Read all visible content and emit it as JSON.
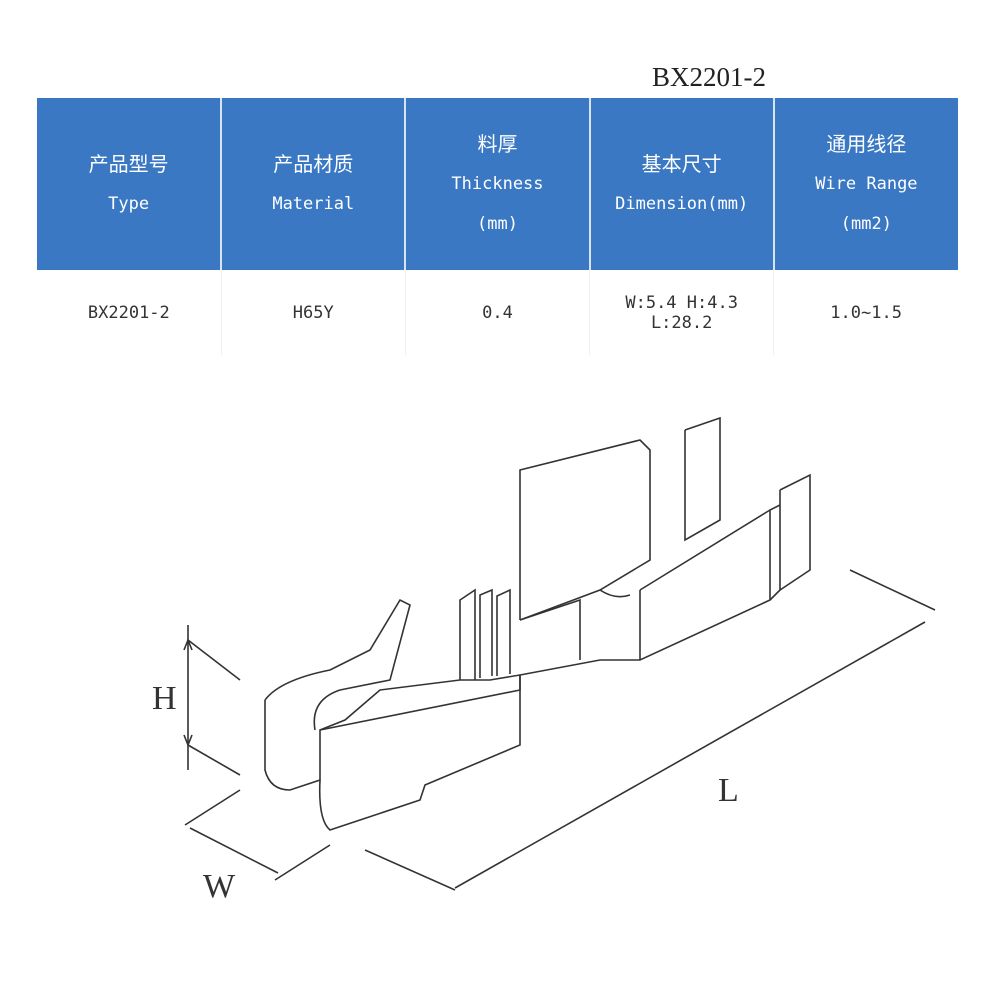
{
  "title": "BX2201-2",
  "table": {
    "headers": [
      {
        "cn": "产品型号",
        "en": "Type",
        "unit": ""
      },
      {
        "cn": "产品材质",
        "en": "Material",
        "unit": ""
      },
      {
        "cn": "料厚",
        "en": "Thickness",
        "unit": "(mm)"
      },
      {
        "cn": "基本尺寸",
        "en": "Dimension(mm)",
        "unit": ""
      },
      {
        "cn": "通用线径",
        "en": "Wire Range",
        "unit": "(mm2)"
      }
    ],
    "row": [
      "BX2201-2",
      "H65Y",
      "0.4",
      "W:5.4 H:4.3 L:28.2",
      "1.0~1.5"
    ]
  },
  "drawing": {
    "label_h": "H",
    "label_w": "W",
    "label_l": "L"
  },
  "colors": {
    "header_bg": "#3a78c4"
  }
}
